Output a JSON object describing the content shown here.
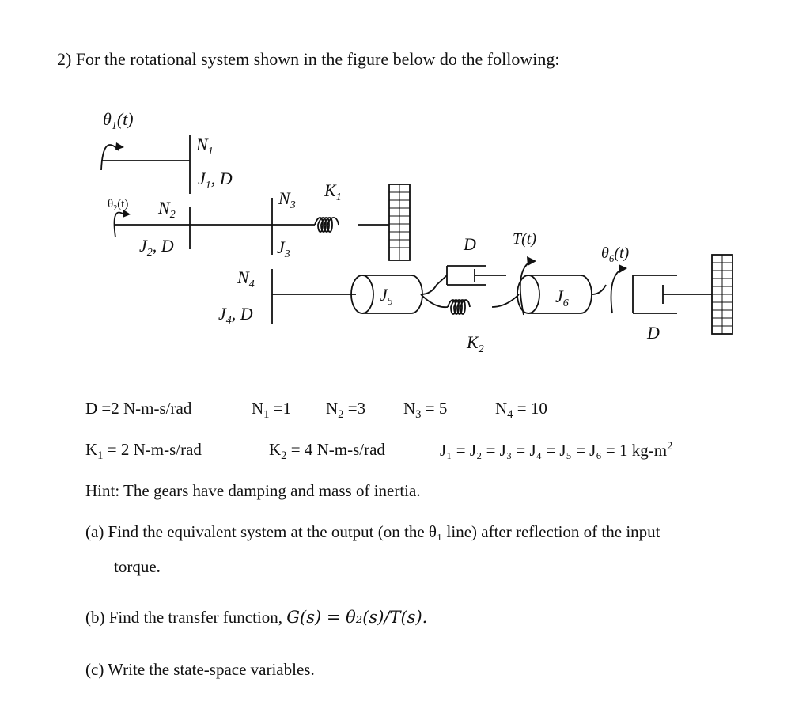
{
  "question": {
    "title": "2) For the rotational system shown in the figure below do the following:"
  },
  "figure": {
    "theta1": "θ",
    "theta1_sub": "1",
    "theta1_arg": "(t)",
    "theta2": "θ",
    "theta2_sub": "2",
    "theta2_arg": "(t)",
    "theta6": "θ",
    "theta6_sub": "6",
    "theta6_arg": "(t)",
    "N1": "N",
    "N1_sub": "1",
    "N2": "N",
    "N2_sub": "2",
    "N3": "N",
    "N3_sub": "3",
    "N4": "N",
    "N4_sub": "4",
    "J1D": "J",
    "J1D_sub": "1",
    "J1D_tail": ", D",
    "J2D": "J",
    "J2D_sub": "2",
    "J2D_tail": ", D",
    "J3": "J",
    "J3_sub": "3",
    "J4D": "J",
    "J4D_sub": "4",
    "J4D_tail": ", D",
    "J5": "J",
    "J5_sub": "5",
    "J6": "J",
    "J6_sub": "6",
    "K1": "K",
    "K1_sub": "1",
    "K2": "K",
    "K2_sub": "2",
    "D_top": "D",
    "D_right": "D",
    "T": "T(t)"
  },
  "params": {
    "row1": {
      "D": "D =2 N-m-s/rad",
      "N1": "N",
      "N1_sub": "1",
      "N1_val": " =1",
      "N2": "N",
      "N2_sub": "2",
      "N2_val": " =3",
      "N3": "N",
      "N3_sub": "3",
      "N3_val": " = 5",
      "N4": "N",
      "N4_sub": "4",
      "N4_val": " = 10"
    },
    "row2": {
      "K1": "K",
      "K1_sub": "1",
      "K1_val": " = 2 N-m-s/rad",
      "K2": "K",
      "K2_sub": "2",
      "K2_val": " = 4 N-m-s/rad",
      "J_eq": "J₁ =  J₂ = J₃ = J₄ = J₅ = J₆ = 1 kg-m",
      "J_sup": "2"
    }
  },
  "hint": "Hint: The gears have damping and mass of inertia.",
  "parts": {
    "a_line1": "(a) Find the equivalent system at the output (on the θ₁ line) after reflection of the input",
    "a_line2": "torque.",
    "b_text": "(b) Find the transfer function, ",
    "b_math": "G(s) = θ₂(s)/T(s).",
    "c_text": "(c) Write the state-space variables."
  }
}
